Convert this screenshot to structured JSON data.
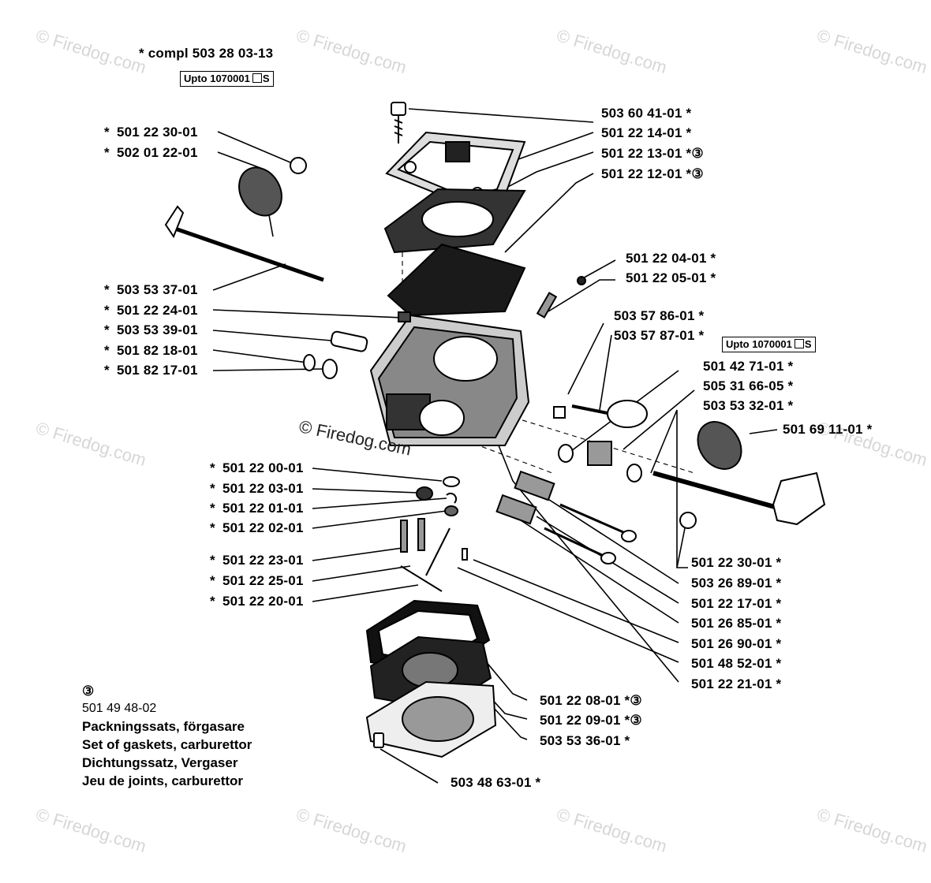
{
  "header": {
    "compl": "*  compl 503 28 03-13",
    "upto_box": "Upto 1070001",
    "upto_suffix": "S"
  },
  "upto_box_right": {
    "text": "Upto 1070001",
    "suffix": "S"
  },
  "watermark": "© Firedog.com",
  "legend": {
    "symbol": "③",
    "part_number": "501 49 48-02",
    "lines": [
      "Packningssats, förgasare",
      "Set of gaskets, carburettor",
      "Dichtungssatz, Vergaser",
      "Jeu de joints, carburettor"
    ]
  },
  "labels_left": [
    {
      "star": "*",
      "text": "501 22 30-01"
    },
    {
      "star": "*",
      "text": "502 01 22-01"
    },
    {
      "star": "*",
      "text": "503 53 37-01"
    },
    {
      "star": "*",
      "text": "501 22 24-01"
    },
    {
      "star": "*",
      "text": "503 53 39-01"
    },
    {
      "star": "*",
      "text": "501 82 18-01"
    },
    {
      "star": "*",
      "text": "501 82 17-01"
    },
    {
      "star": "*",
      "text": "501 22 00-01"
    },
    {
      "star": "*",
      "text": "501 22 03-01"
    },
    {
      "star": "*",
      "text": "501 22 01-01"
    },
    {
      "star": "*",
      "text": "501 22 02-01"
    },
    {
      "star": "*",
      "text": "501 22 23-01"
    },
    {
      "star": "*",
      "text": "501 22 25-01"
    },
    {
      "star": "*",
      "text": "501 22 20-01"
    }
  ],
  "labels_right": [
    {
      "text": "503 60 41-01  *"
    },
    {
      "text": "501 22 14-01  *"
    },
    {
      "text": "501 22 13-01  *③"
    },
    {
      "text": "501 22 12-01  *③"
    },
    {
      "text": "501 22 04-01  *"
    },
    {
      "text": "501 22 05-01  *"
    },
    {
      "text": "503 57 86-01  *"
    },
    {
      "text": "503 57 87-01  *"
    },
    {
      "text": "501 42 71-01  *"
    },
    {
      "text": "505 31 66-05  *"
    },
    {
      "text": "503 53 32-01  *"
    },
    {
      "text": "501 69 11-01  *"
    },
    {
      "text": "501 22 30-01  *"
    },
    {
      "text": "503 26 89-01  *"
    },
    {
      "text": "501 22 17-01  *"
    },
    {
      "text": "501 26 85-01  *"
    },
    {
      "text": "501 26 90-01  *"
    },
    {
      "text": "501 48 52-01  *"
    },
    {
      "text": "501 22 21-01  *"
    },
    {
      "text": "501 22 08-01  *③"
    },
    {
      "text": "501 22 09-01  *③"
    },
    {
      "text": "503 53 36-01  *"
    },
    {
      "text": "503 48 63-01  *"
    }
  ]
}
